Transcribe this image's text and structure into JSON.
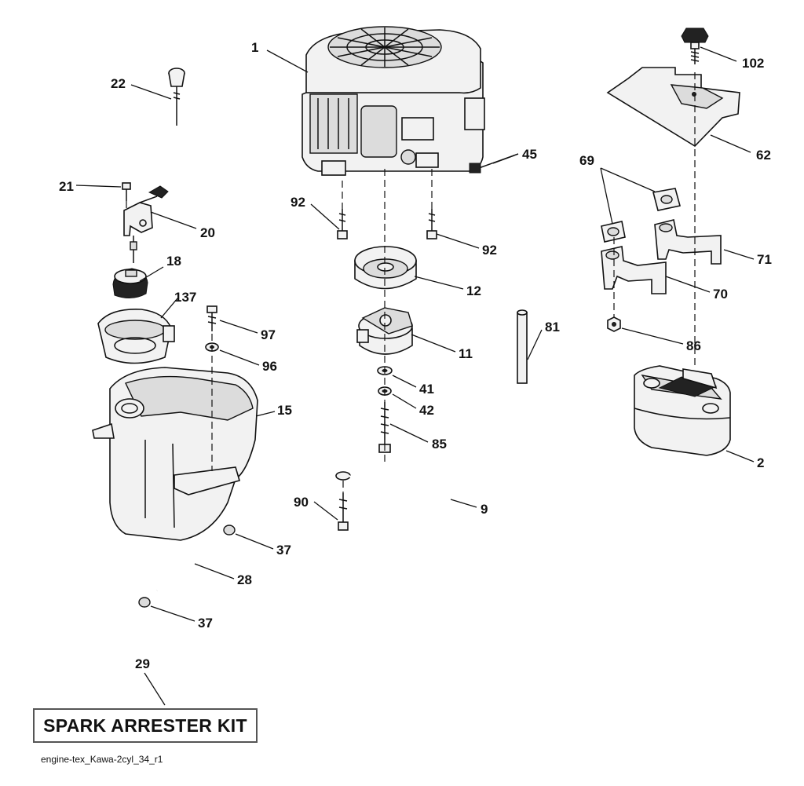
{
  "callouts": {
    "c1": "1",
    "c102": "102",
    "c22": "22",
    "c62": "62",
    "c45": "45",
    "c69": "69",
    "c21": "21",
    "c92a": "92",
    "c20": "20",
    "c92b": "92",
    "c71": "71",
    "c18": "18",
    "c12": "12",
    "c70": "70",
    "c137": "137",
    "c81": "81",
    "c97": "97",
    "c86": "86",
    "c11": "11",
    "c96": "96",
    "c41": "41",
    "c15": "15",
    "c42": "42",
    "c85": "85",
    "c2": "2",
    "c90": "90",
    "c9": "9",
    "c37a": "37",
    "c28": "28",
    "c37b": "37",
    "c29": "29"
  },
  "kit": {
    "label": "SPARK ARRESTER KIT"
  },
  "footer": {
    "text": "engine-tex_Kawa-2cyl_34_r1"
  },
  "icons": [
    "engine",
    "dipstick",
    "throttle-control",
    "fuel-cap",
    "fuel-tank",
    "pulley",
    "electric-clutch",
    "bolt",
    "washer",
    "muffler",
    "exhaust-pipe",
    "gasket",
    "heat-shield",
    "knob",
    "bracket",
    "hose",
    "clamp",
    "tube"
  ]
}
